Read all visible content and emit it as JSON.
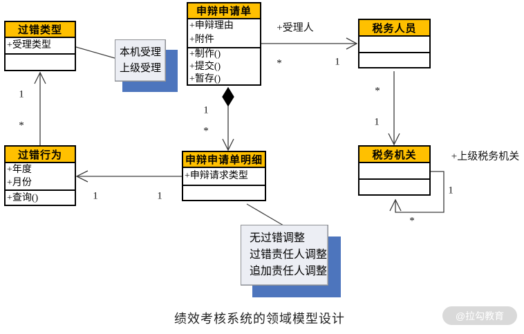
{
  "diagram": {
    "caption": "绩效考核系统的领域模型设计",
    "watermark": "@拉勾教育"
  },
  "colors": {
    "class_header": "#FFC000",
    "class_border": "#000000",
    "note_fill": "#ECEEF4",
    "note_border": "#8E9094",
    "note_shadow_blue": "#4D75BD",
    "edge_line": "#3a3a3a"
  },
  "classes": [
    {
      "name": "过错类型",
      "attrs": [
        "+受理类型"
      ],
      "ops": []
    },
    {
      "name": "申辩申请单",
      "attrs": [
        "+申辩理由",
        "+附件"
      ],
      "ops": [
        "+制作()",
        "+提交()",
        "+暂存()"
      ]
    },
    {
      "name": "税务人员",
      "attrs": [],
      "ops": []
    },
    {
      "name": "过错行为",
      "attrs": [
        "+年度",
        "+月份"
      ],
      "ops": [
        "+查询()"
      ]
    },
    {
      "name": "申辩申请单明细",
      "attrs": [
        "+申辩请求类型"
      ],
      "ops": []
    },
    {
      "name": "税务机关",
      "attrs": [],
      "ops": []
    }
  ],
  "notes": [
    {
      "lines": [
        "本机受理",
        "上级受理"
      ]
    },
    {
      "lines": [
        "无过错调整",
        "过错责任人调整",
        "追加责任人调整"
      ]
    }
  ],
  "edge_labels": {
    "fault_type_one": "1",
    "fault_behavior_many": "*",
    "handler_role": "+受理人",
    "form_many": "*",
    "staff_one": "1",
    "staff_many": "*",
    "organ_one": "1",
    "comp_form_one": "1",
    "comp_detail_many": "*",
    "behavior_one": "1",
    "detail_one": "1",
    "self_organ_one": "1",
    "self_organ_many": "*",
    "parent_organ_role": "+上级税务机关"
  }
}
